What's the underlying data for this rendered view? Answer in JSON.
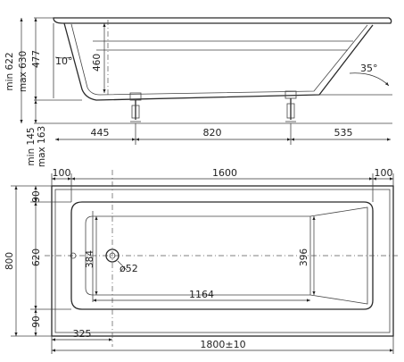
{
  "side_view": {
    "height_total": "min 622",
    "height_max": "max 630",
    "height_inner": "477",
    "depth_inner": "460",
    "angle_left": "10°",
    "angle_right": "35°",
    "leg_min": "min 145",
    "leg_max": "max 163",
    "dim_445": "445",
    "dim_820": "820",
    "dim_535": "535"
  },
  "top_view": {
    "rim_left": "100",
    "length_inner": "1600",
    "rim_right": "100",
    "width_total": "800",
    "width_620": "620",
    "rim_top": "90",
    "rim_bottom": "90",
    "drain_offset_y": "384",
    "drain_diameter": "ø52",
    "right_height": "396",
    "bottom_length": "1164",
    "drain_from_edge": "325",
    "length_total": "1800±10"
  }
}
